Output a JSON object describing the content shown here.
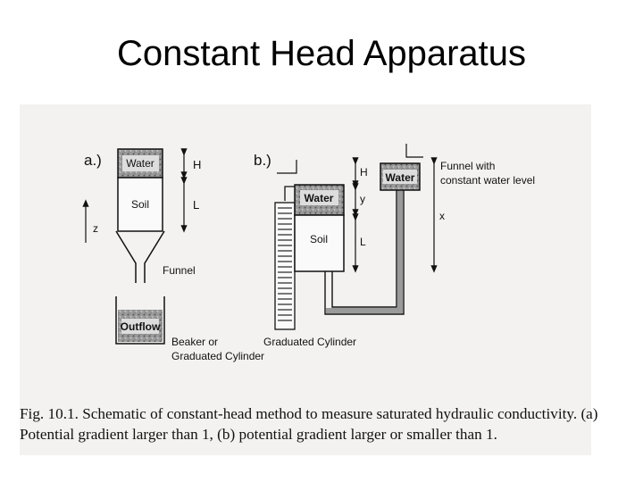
{
  "slide": {
    "title": "Constant Head Apparatus"
  },
  "figure": {
    "panel_a": {
      "label": "a.)",
      "water": "Water",
      "soil": "Soil",
      "dim_h": "H",
      "dim_l": "L",
      "axis_z": "z",
      "funnel": "Funnel",
      "outflow": "Outflow",
      "beaker_line1": "Beaker or",
      "beaker_line2": "Graduated Cylinder"
    },
    "panel_b": {
      "label": "b.)",
      "water_left": "Water",
      "water_right": "Water",
      "soil": "Soil",
      "dim_h": "H",
      "dim_y": "y",
      "dim_l": "L",
      "dim_x": "x",
      "funnel_line1": "Funnel with",
      "funnel_line2": "constant water level",
      "cylinder": "Graduated Cylinder"
    },
    "caption_line1": "Fig. 10.1. Schematic of constant-head method to measure saturated hydraulic conductivity. (a)",
    "caption_line2": "Potential gradient larger than 1, (b) potential gradient larger or smaller than 1."
  }
}
